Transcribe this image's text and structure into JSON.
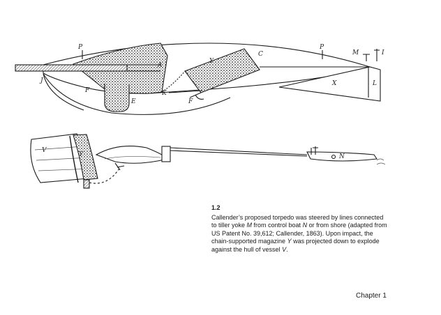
{
  "figure": {
    "number": "1.2",
    "caption": [
      {
        "text": "Callender’s proposed torpedo was steered by lines connected to tiller yoke ",
        "italic": false
      },
      {
        "text": "M",
        "italic": true
      },
      {
        "text": " from control boat ",
        "italic": false
      },
      {
        "text": "N",
        "italic": true
      },
      {
        "text": " or from shore (adapted from US Patent No. 39,612; Callender, 1863). Upon impact, the chain-supported magazine ",
        "italic": false
      },
      {
        "text": "Y",
        "italic": true
      },
      {
        "text": " was projected down to explode against the hull of vessel ",
        "italic": false
      },
      {
        "text": "V",
        "italic": true
      },
      {
        "text": ".",
        "italic": false
      }
    ],
    "drawing_labels": {
      "p1": "P",
      "p2": "P",
      "y_top": "Y",
      "c": "C",
      "m": "M",
      "i": "I",
      "a": "A",
      "j": "J",
      "f1": "F",
      "f2": "F",
      "e": "E",
      "k": "K",
      "x": "X",
      "l": "L",
      "v": "V",
      "y_bottom": "Y",
      "n": "N"
    }
  },
  "footer": {
    "chapter": "Chapter 1"
  }
}
